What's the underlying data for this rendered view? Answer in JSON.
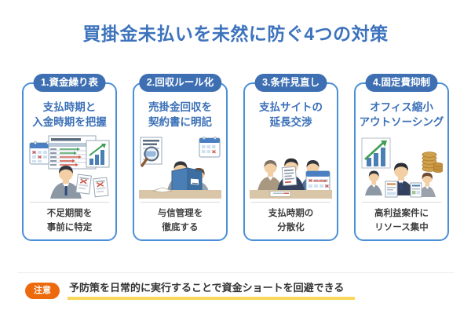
{
  "title": "買掛金未払いを未然に防ぐ4つの対策",
  "colors": {
    "title_blue": "#3d73bd",
    "badge_blue": "#3d6fb2",
    "card_border_blue": "#4a8fd8",
    "heading_blue": "#3b70b8",
    "body_text": "#3f3f3f",
    "caution_orange": "#ed6a0c",
    "highlight_yellow": "#f8d75a"
  },
  "cards": [
    {
      "badge": "1.資金繰り表",
      "heading_line1": "支払時期と",
      "heading_line2": "入金時期を把握",
      "illustration": "cashflow-table-illustration",
      "note_line1": "不足期間を",
      "note_line2": "事前に特定"
    },
    {
      "badge": "2.回収ルール化",
      "heading_line1": "売掛金回収を",
      "heading_line2": "契約書に明記",
      "illustration": "contract-review-illustration",
      "note_line1": "与信管理を",
      "note_line2": "徹底する"
    },
    {
      "badge": "3.条件見直し",
      "heading_line1": "支払サイトの",
      "heading_line2": "延長交渉",
      "illustration": "negotiation-illustration",
      "note_line1": "支払時期の",
      "note_line2": "分散化"
    },
    {
      "badge": "4.固定費抑制",
      "heading_line1": "オフィス縮小",
      "heading_line2": "アウトソーシング",
      "illustration": "cost-reduction-illustration",
      "note_line1": "高利益案件に",
      "note_line2": "リソース集中"
    }
  ],
  "footer": {
    "badge": "注意",
    "text": "予防策を日常的に実行することで資金ショートを回避できる"
  }
}
